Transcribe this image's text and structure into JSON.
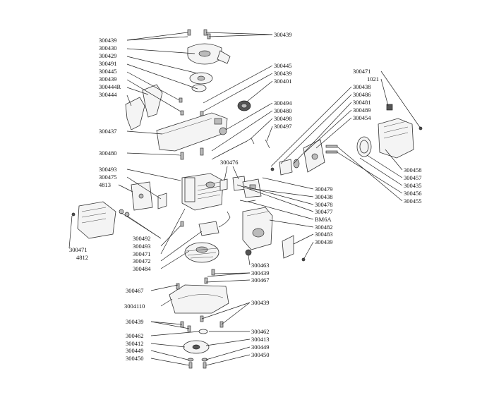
{
  "labels": {
    "l_300439_top_left": "300439",
    "l_300430": "300430",
    "l_300429": "300429",
    "l_300491": "300491",
    "l_300445_left": "300445",
    "l_300439_left2": "300439",
    "l_300444R": "300444R",
    "l_300444": "300444",
    "l_300437": "300437",
    "l_300480_left": "300480",
    "l_300493_a": "300493",
    "l_300475": "300475",
    "l_4813": "4813",
    "l_300439_top_right": "300439",
    "l_300445_right": "300445",
    "l_300439_right2": "300439",
    "l_300401": "300401",
    "l_300494": "300494",
    "l_300480_right": "300480",
    "l_300498": "300498",
    "l_300497": "300497",
    "l_300476": "300476",
    "l_300471_topright": "300471",
    "l_1021": "1021",
    "l_300438_top": "300438",
    "l_300486": "300486",
    "l_300481": "300481",
    "l_300489": "300489",
    "l_300454": "300454",
    "l_300458": "300458",
    "l_300457": "300457",
    "l_300435": "300435",
    "l_300456": "300456",
    "l_300455": "300455",
    "l_300479": "300479",
    "l_300438_mid": "300438",
    "l_300478": "300478",
    "l_300477": "300477",
    "l_BM6A": "BM6A",
    "l_300482": "300482",
    "l_300483": "300483",
    "l_300439_mid": "300439",
    "l_300492": "300492",
    "l_300493_b": "300493",
    "l_300471_mid": "300471",
    "l_300472": "300472",
    "l_300484": "300484",
    "l_300471_left": "300471",
    "l_4812": "4812",
    "l_300463": "300463",
    "l_300439_low": "300439",
    "l_300467_right": "300467",
    "l_300467_left": "300467",
    "l_3004110": "3004110",
    "l_300439_bottom_right": "300439",
    "l_300439_bottom_left": "300439",
    "l_300462_right": "300462",
    "l_300462_left": "300462",
    "l_300413": "300413",
    "l_300412": "300412",
    "l_300449_right": "300449",
    "l_300449_left": "300449",
    "l_300450_right": "300450",
    "l_300450_left": "300450"
  }
}
